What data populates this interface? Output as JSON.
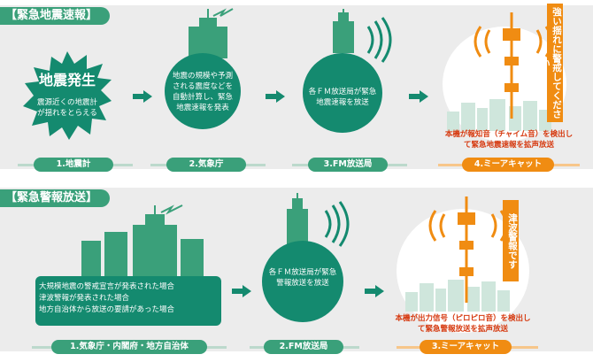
{
  "section1": {
    "header": "【緊急地震速報】",
    "step1": {
      "title": "地震発生",
      "text": "震源近くの地震計が揺れをとらえる",
      "label": "1.地震計"
    },
    "step2": {
      "text": "地震の規模や予測される震度などを自動計算し、緊急地震速報を発表",
      "label": "2.気象庁"
    },
    "step3": {
      "text": "各ＦＭ放送局が緊急地震速報を放送",
      "label": "3.FM放送局"
    },
    "step4": {
      "text": "本機が報知音（チャイム音）を検出して緊急地震速報を拡声放送",
      "label": "4.ミーアキャット",
      "banner": "強い揺れに警戒してください"
    }
  },
  "section2": {
    "header": "【緊急警報放送】",
    "step1": {
      "lines": [
        "大規模地震の警戒宣言が発表された場合",
        "津波警報が発表された場合",
        "地方自治体から放送の要請があった場合"
      ],
      "label": "1.気象庁・内閣府・地方自治体"
    },
    "step2": {
      "text": "各ＦＭ放送局が緊急警報放送を放送",
      "label": "2.FM放送局"
    },
    "step3": {
      "text": "本機が出力信号（ピロピロ音）を検出して緊急警報放送を拡声放送",
      "label": "3.ミーアキャット",
      "banner": "津波警報です"
    }
  },
  "colors": {
    "green": "#148a6f",
    "header_green": "#3aa07a",
    "orange": "#f08c12",
    "alert_text": "#d63a10",
    "band": "#ececec"
  }
}
